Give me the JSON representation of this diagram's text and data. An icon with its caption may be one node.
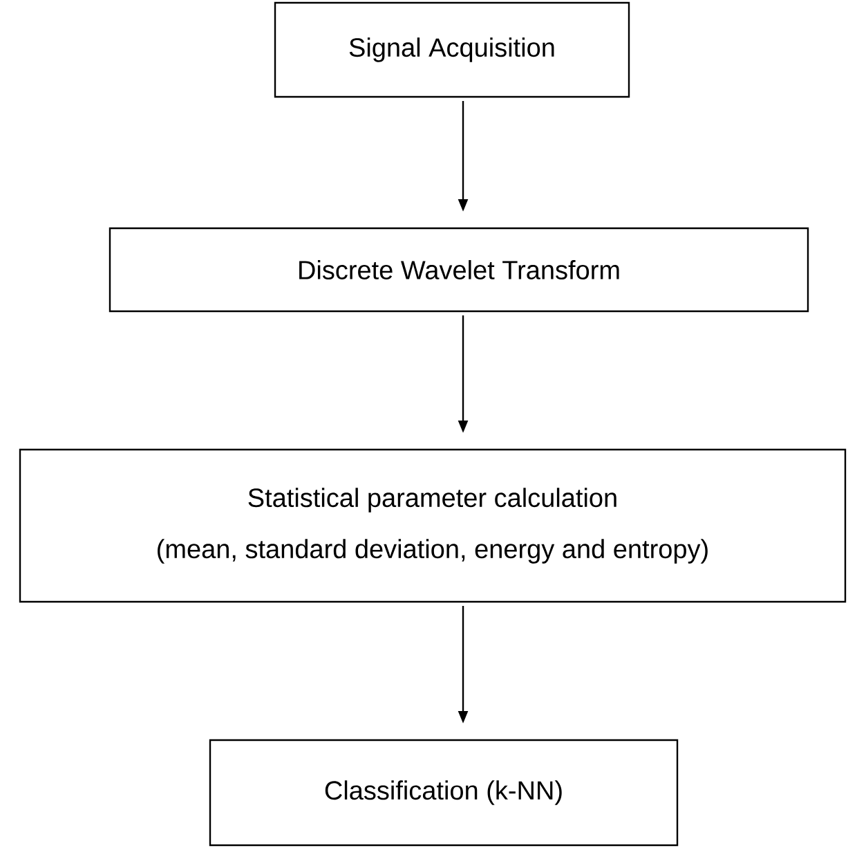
{
  "diagram": {
    "nodes": [
      {
        "text": [
          "Signal Acquisition"
        ]
      },
      {
        "text": [
          "Discrete Wavelet Transform"
        ]
      },
      {
        "text": [
          "Statistical parameter calculation",
          "(mean, standard deviation, energy and entropy)"
        ]
      },
      {
        "text": [
          "Classification (k-NN)"
        ]
      }
    ],
    "edges": [
      {
        "from": 0,
        "to": 1,
        "arrow": "to"
      },
      {
        "from": 1,
        "to": 2,
        "arrow": "to"
      },
      {
        "from": 2,
        "to": 3,
        "arrow": "to"
      }
    ]
  }
}
